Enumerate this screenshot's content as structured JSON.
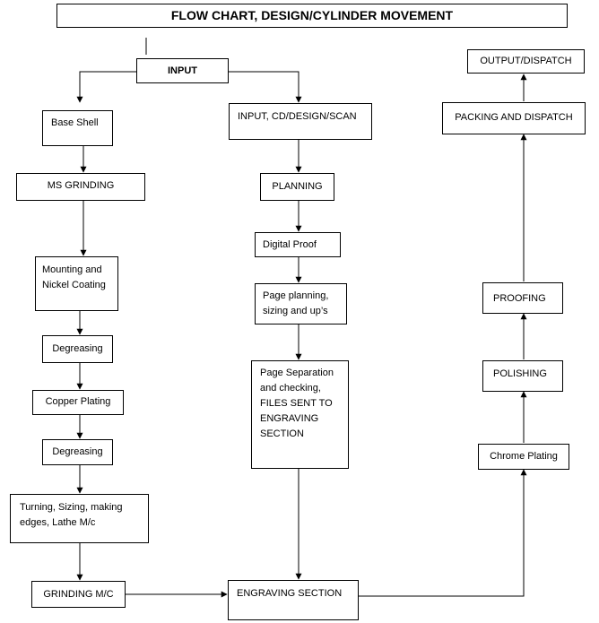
{
  "title": "FLOW CHART, DESIGN/CYLINDER MOVEMENT",
  "nodes": {
    "input": "INPUT",
    "base_shell": "Base Shell",
    "ms_grinding": "MS GRINDING",
    "mounting": "Mounting and\nNickel Coating",
    "degreasing_1": "Degreasing",
    "copper_plating": "Copper Plating",
    "degreasing_2": "Degreasing",
    "turning": "Turning, Sizing, making\nedges, Lathe M/c",
    "grinding_mc": "GRINDING M/C",
    "input_cd": "INPUT, CD/DESIGN/SCAN",
    "planning": "PLANNING",
    "digital_proof": "Digital Proof",
    "page_planning": "Page planning,\nsizing and up’s",
    "page_separation": "Page Separation\nand checking,\nFILES SENT TO\nENGRAVING\nSECTION",
    "engraving": "ENGRAVING SECTION",
    "chrome_plating": "Chrome Plating",
    "polishing": "POLISHING",
    "proofing": "PROOFING",
    "packing": "PACKING AND DISPATCH",
    "output": "OUTPUT/DISPATCH"
  }
}
